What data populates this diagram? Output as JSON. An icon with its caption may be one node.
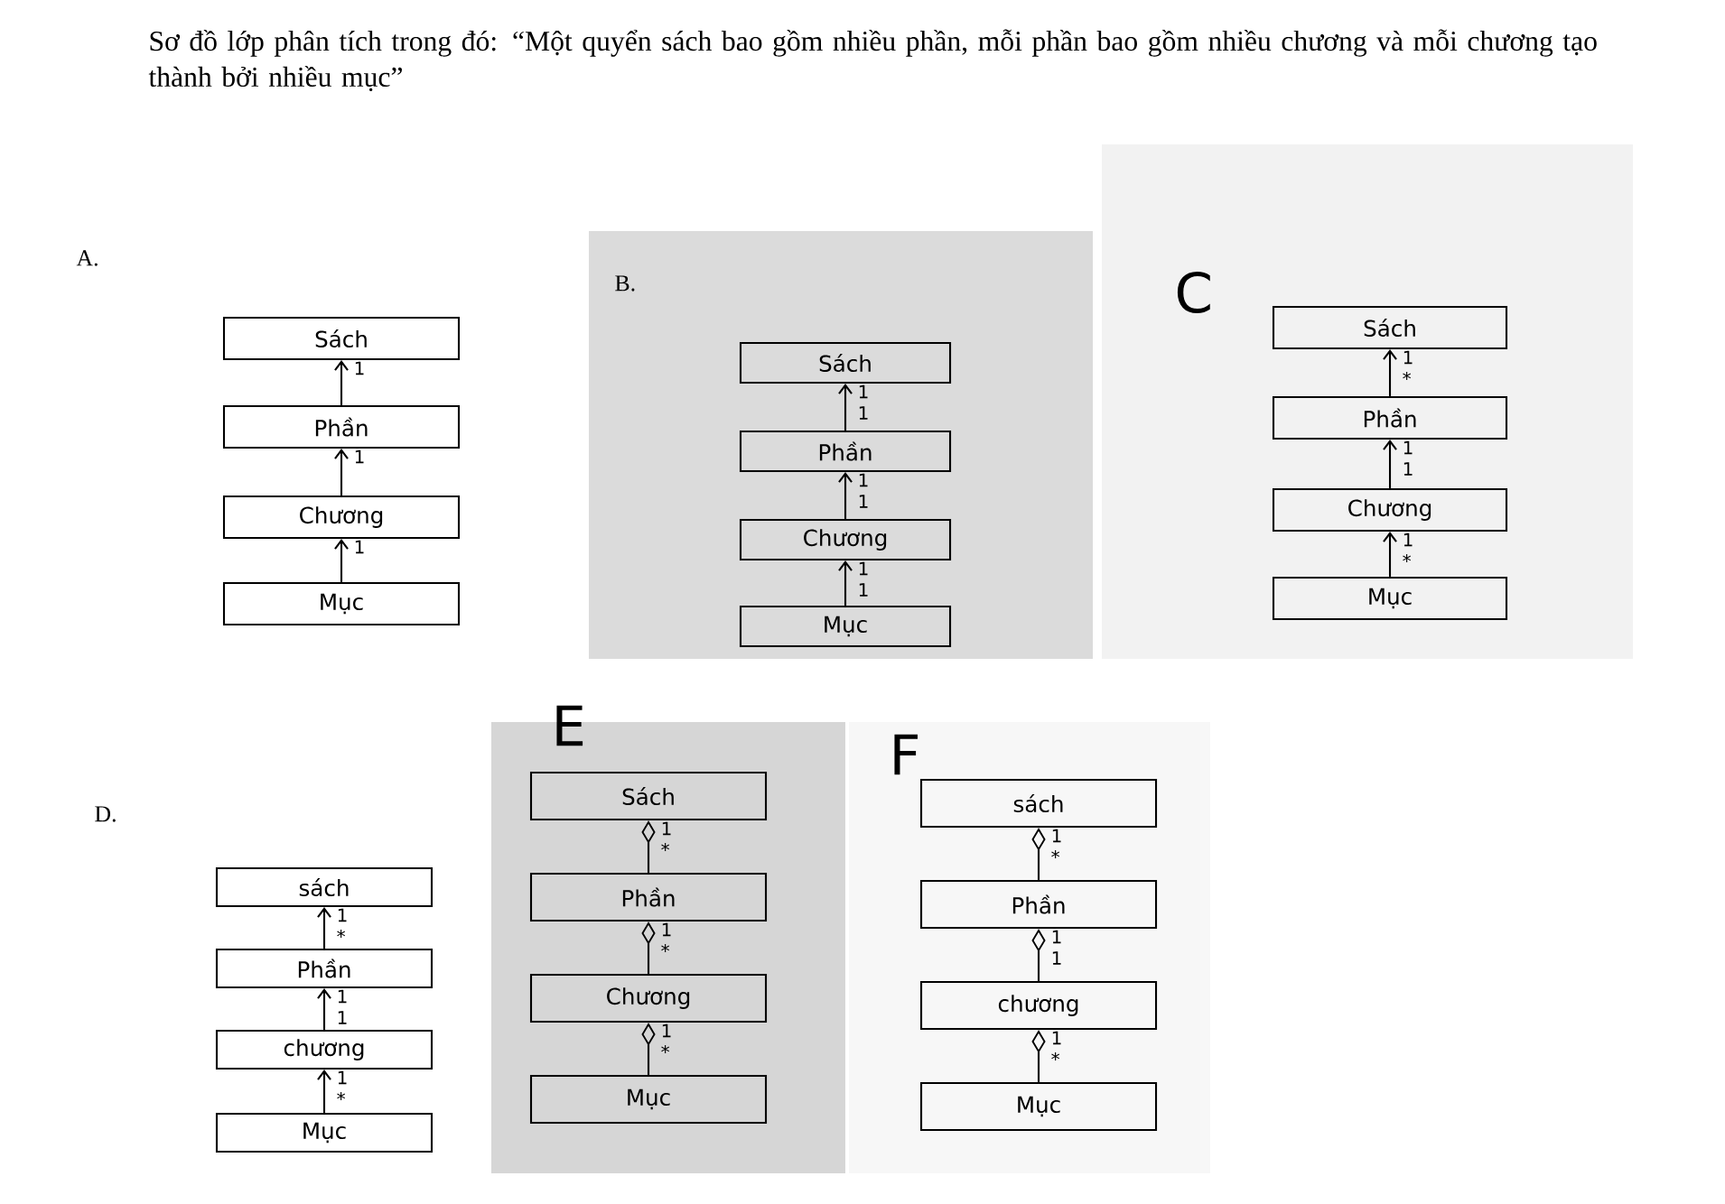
{
  "diagram": {
    "title": "Sơ đồ lớp phân tích trong đó: “Một quyển sách bao gồm nhiều phần, mỗi phần bao gồm nhiều chương và mỗi chương tạo thành bởi nhiều mục”",
    "nodes": [
      {
        "text": [
          "Sách"
        ]
      },
      {
        "text": [
          "Phần"
        ]
      },
      {
        "text": [
          "Chương"
        ]
      },
      {
        "text": [
          "Mục"
        ]
      },
      {
        "text": [
          "Sách"
        ]
      },
      {
        "text": [
          "Phần"
        ]
      },
      {
        "text": [
          "Chương"
        ]
      },
      {
        "text": [
          "Mục"
        ]
      },
      {
        "text": [
          "Sách"
        ]
      },
      {
        "text": [
          "Phần"
        ]
      },
      {
        "text": [
          "Chương"
        ]
      },
      {
        "text": [
          "Mục"
        ]
      },
      {
        "text": [
          "sách"
        ]
      },
      {
        "text": [
          "Phần"
        ]
      },
      {
        "text": [
          "chương"
        ]
      },
      {
        "text": [
          "Mục"
        ]
      },
      {
        "text": [
          "Sách"
        ]
      },
      {
        "text": [
          "Phần"
        ]
      },
      {
        "text": [
          "Chương"
        ]
      },
      {
        "text": [
          "Mục"
        ]
      },
      {
        "text": [
          "sách"
        ]
      },
      {
        "text": [
          "Phần"
        ]
      },
      {
        "text": [
          "chương"
        ]
      },
      {
        "text": [
          "Mục"
        ]
      }
    ],
    "edges": [
      {
        "from": 1,
        "to": 0,
        "arrow": "to",
        "label": "1"
      },
      {
        "from": 2,
        "to": 1,
        "arrow": "to",
        "label": "1"
      },
      {
        "from": 3,
        "to": 2,
        "arrow": "to",
        "label": "1"
      },
      {
        "from": 5,
        "to": 4,
        "arrow": "to",
        "label": "1 1"
      },
      {
        "from": 6,
        "to": 5,
        "arrow": "to",
        "label": "1 1"
      },
      {
        "from": 7,
        "to": 6,
        "arrow": "to",
        "label": "1 1"
      },
      {
        "from": 9,
        "to": 8,
        "arrow": "to",
        "label": "1 *"
      },
      {
        "from": 10,
        "to": 9,
        "arrow": "to",
        "label": "1 1"
      },
      {
        "from": 11,
        "to": 10,
        "arrow": "to",
        "label": "1 *"
      },
      {
        "from": 13,
        "to": 12,
        "arrow": "to",
        "label": "1 *"
      },
      {
        "from": 14,
        "to": 13,
        "arrow": "to",
        "label": "1 1"
      },
      {
        "from": 15,
        "to": 14,
        "arrow": "to",
        "label": "1 *"
      },
      {
        "from": 17,
        "to": 16,
        "arrow": "other",
        "label": "1 *"
      },
      {
        "from": 18,
        "to": 17,
        "arrow": "other",
        "label": "1 *"
      },
      {
        "from": 19,
        "to": 18,
        "arrow": "other",
        "label": "1 *"
      },
      {
        "from": 21,
        "to": 20,
        "arrow": "other",
        "label": "1 *"
      },
      {
        "from": 22,
        "to": 21,
        "arrow": "other",
        "label": "1 1"
      },
      {
        "from": 23,
        "to": 22,
        "arrow": "other",
        "label": "1 *"
      }
    ],
    "labels": [
      "A.",
      "B.",
      "C",
      "D.",
      "E",
      "F"
    ]
  }
}
